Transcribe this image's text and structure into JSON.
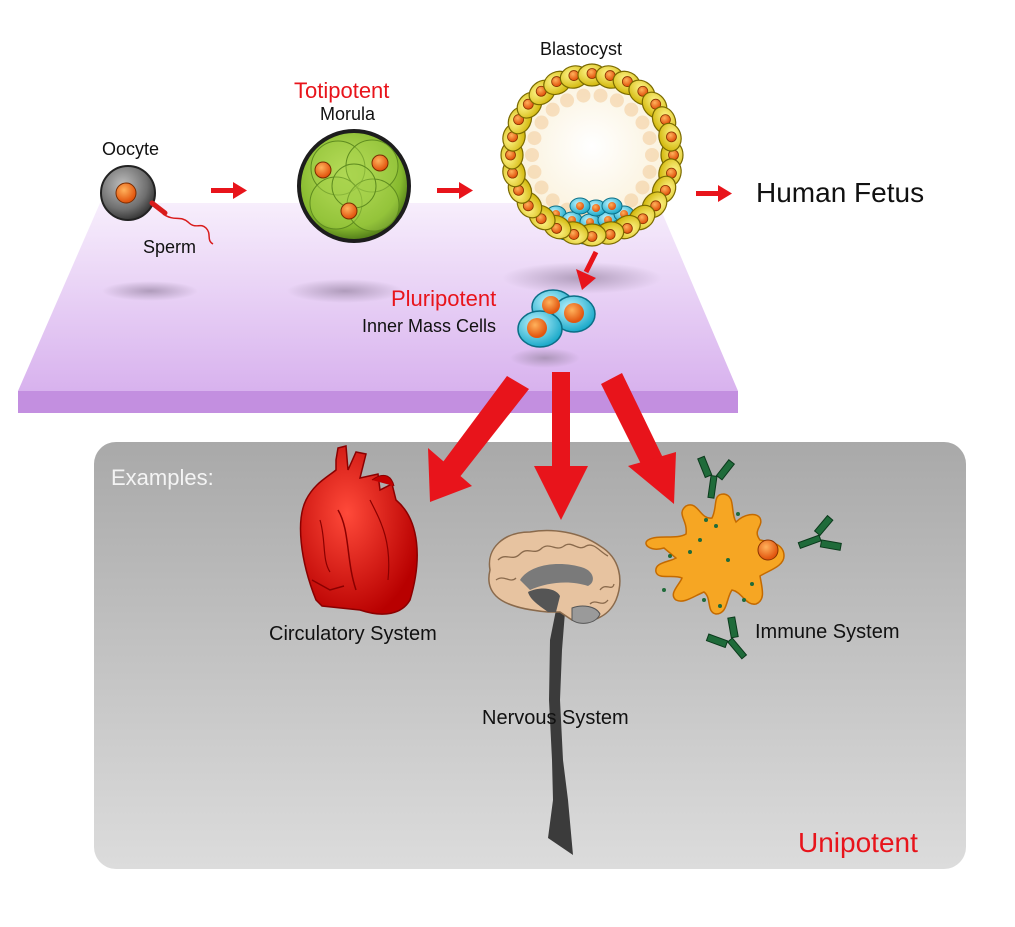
{
  "stages": {
    "oocyte": "Oocyte",
    "sperm": "Sperm",
    "totipotent": "Totipotent",
    "morula": "Morula",
    "blastocyst": "Blastocyst",
    "human_fetus": "Human Fetus",
    "pluripotent": "Pluripotent",
    "inner_mass_cells": "Inner Mass Cells"
  },
  "examples_panel": {
    "heading": "Examples:",
    "systems": [
      "Circulatory System",
      "Nervous System",
      "Immune System"
    ],
    "potency": "Unipotent"
  },
  "colors": {
    "potency_label": "#e8141b",
    "arrow": "#e8141b",
    "platform": "#d9b4ee",
    "panel": "#b4b4b4",
    "heart": "#e01010",
    "brain": "#e7c3a0",
    "immune_cell": "#f6a623",
    "antibody": "#1f6b3a",
    "blastocyst_cell": "#e6d21f",
    "inner_cell": "#2ec7e0",
    "nucleus": "#f0701a",
    "morula": "#8cc63f"
  },
  "icons": [
    "oocyte-icon",
    "sperm-icon",
    "morula-icon",
    "blastocyst-icon",
    "inner-mass-cells-icon",
    "heart-icon",
    "brain-icon",
    "immune-cell-icon",
    "antibody-icon"
  ]
}
